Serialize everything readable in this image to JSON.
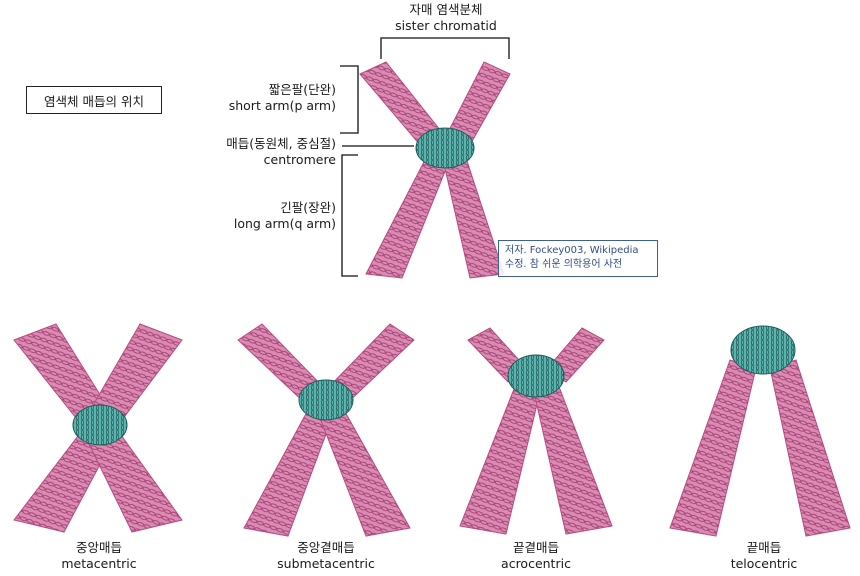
{
  "title": "염색체 매듭의 위치",
  "sister_chromatid": {
    "ko": "자매 염색분체",
    "en": "sister chromatid"
  },
  "short_arm": {
    "ko": "짧은팔(단완)",
    "en": "short arm(p arm)"
  },
  "centromere": {
    "ko": "매듭(동원체, 중심절)",
    "en": "centromere"
  },
  "long_arm": {
    "ko": "긴팔(장완)",
    "en": "long arm(q arm)"
  },
  "credit": {
    "line1": "저자. Fockey003, Wikipedia",
    "line2": "수정. 참 쉬운 의학용어 사전"
  },
  "types": [
    {
      "ko": "중앙매듭",
      "en": "metacentric"
    },
    {
      "ko": "중앙곁매듭",
      "en": "submetacentric"
    },
    {
      "ko": "끝곁매듭",
      "en": "acrocentric"
    },
    {
      "ko": "끝매듭",
      "en": "telocentric"
    }
  ],
  "colors": {
    "arm": "#b84a80",
    "arm_dark": "#8a2f5f",
    "centromere": "#2d8a86",
    "centromere_dark": "#1b5e5b",
    "credit_border": "#3a5f9a"
  }
}
